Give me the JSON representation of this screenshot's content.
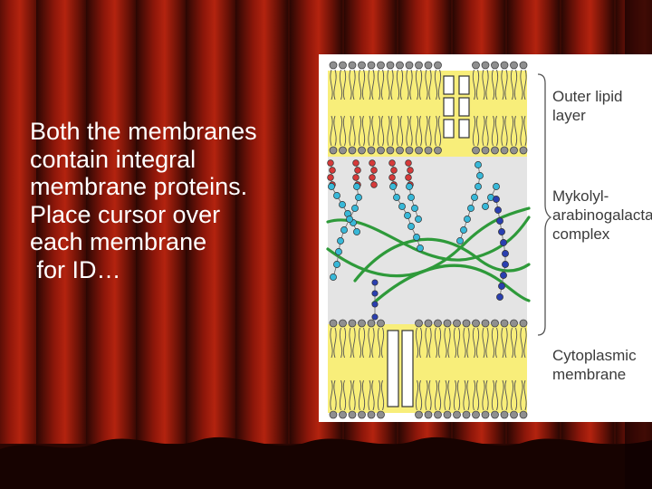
{
  "slide": {
    "lines": [
      "Both the membranes",
      "contain integral",
      "membrane proteins.",
      "Place cursor over",
      "each membrane",
      " for ID…"
    ]
  },
  "diagram": {
    "outer_label": [
      "Outer lipid",
      "layer"
    ],
    "middle_label": [
      "Mykolyl-",
      "arabinogalactan-",
      "complex"
    ],
    "inner_label": [
      "Cytoplasmic",
      "membrane"
    ]
  },
  "colors": {
    "curtain_dark": "#3a0a04",
    "curtain_red": "#9c1a0c",
    "lipid_band": "#f8ee7a",
    "middle_band": "#e4e4e4",
    "lipid_head": "#8f8f8f",
    "sugar_red": "#d63a3a",
    "sugar_cyan": "#38b8d8",
    "sugar_blue": "#2a3fb0",
    "peptidoglycan": "#2e9a3a"
  }
}
